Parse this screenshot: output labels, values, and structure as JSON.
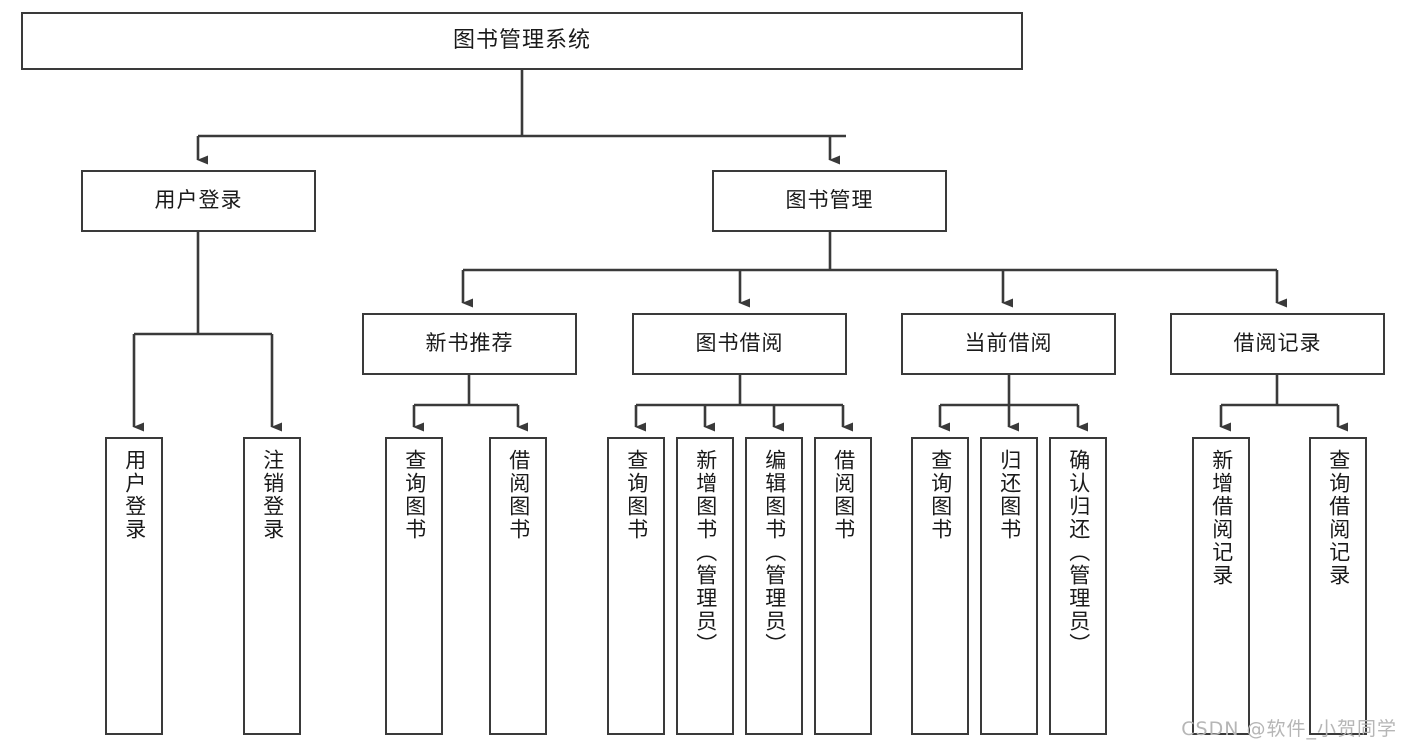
{
  "diagram": {
    "title": "图书管理系统",
    "type": "function-structure-tree",
    "watermark": "CSDN @软件_小贺同学",
    "colors": {
      "box_border": "#3a3a3a",
      "box_fill": "#ffffff",
      "edge": "#3a3a3a",
      "text": "#1a1a1a",
      "watermark": "#b6b6b6",
      "background": "#ffffff"
    },
    "nodes": {
      "root": {
        "label": "图书管理系统"
      },
      "level2": [
        {
          "id": "user-login",
          "label": "用户登录"
        },
        {
          "id": "book-manage",
          "label": "图书管理"
        }
      ],
      "level3": [
        {
          "id": "new-book-recommend",
          "label": "新书推荐"
        },
        {
          "id": "book-borrow",
          "label": "图书借阅"
        },
        {
          "id": "current-borrow",
          "label": "当前借阅"
        },
        {
          "id": "borrow-record",
          "label": "借阅记录"
        }
      ],
      "leaves": {
        "user_login": [
          {
            "id": "leaf-user-login",
            "label": "用户登录"
          },
          {
            "id": "leaf-logout-login",
            "label": "注销登录"
          }
        ],
        "new_book_recommend": [
          {
            "id": "leaf-query-book-1",
            "label": "查询图书"
          },
          {
            "id": "leaf-borrow-book-1",
            "label": "借阅图书"
          }
        ],
        "book_borrow": [
          {
            "id": "leaf-query-book-2",
            "label": "查询图书"
          },
          {
            "id": "leaf-add-book-admin",
            "label": "新增图书（管理员）"
          },
          {
            "id": "leaf-edit-book-admin",
            "label": "编辑图书（管理员）"
          },
          {
            "id": "leaf-borrow-book-2",
            "label": "借阅图书"
          }
        ],
        "current_borrow": [
          {
            "id": "leaf-query-book-3",
            "label": "查询图书"
          },
          {
            "id": "leaf-return-book",
            "label": "归还图书"
          },
          {
            "id": "leaf-confirm-return-admin",
            "label": "确认归还（管理员）"
          }
        ],
        "borrow_record": [
          {
            "id": "leaf-add-borrow-record",
            "label": "新增借阅记录"
          },
          {
            "id": "leaf-query-borrow-record",
            "label": "查询借阅记录"
          }
        ]
      }
    }
  }
}
